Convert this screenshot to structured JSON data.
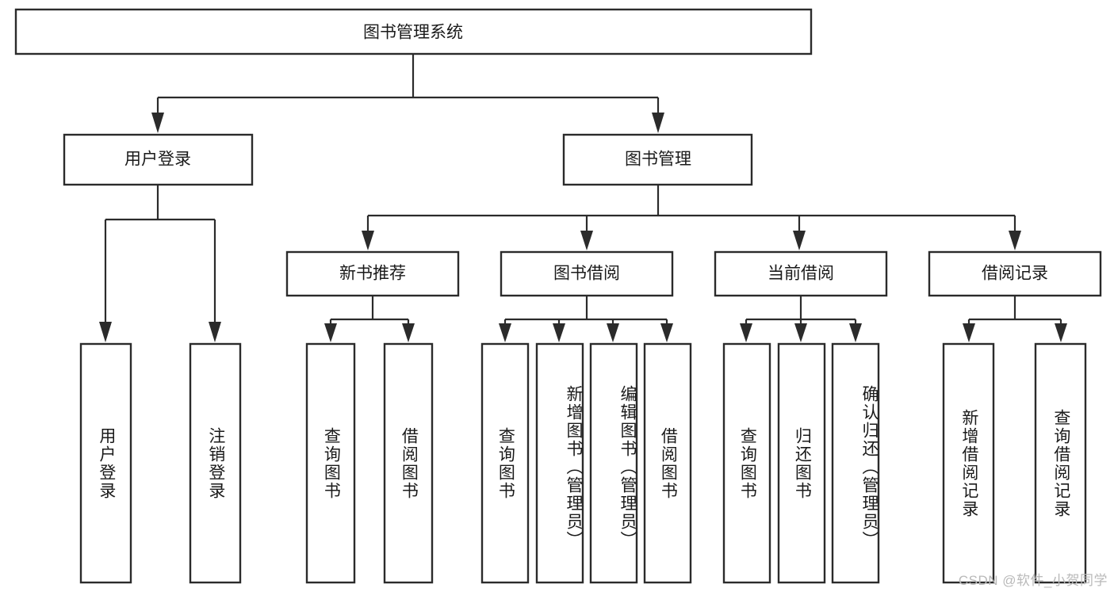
{
  "diagram": {
    "type": "tree-hierarchy-diagram",
    "title": "图书管理系统",
    "watermark": "CSDN @软件_小贺同学",
    "colors": {
      "stroke": "#2b2b2b",
      "fill": "#ffffff",
      "text": "#1a1a1a",
      "watermark": "#b9b9b9",
      "background": "#ffffff"
    },
    "levels": [
      {
        "level": 1,
        "nodes": [
          {
            "id": "root",
            "label": "图书管理系统",
            "orientation": "horizontal"
          }
        ]
      },
      {
        "level": 2,
        "nodes": [
          {
            "id": "login",
            "label": "用户登录",
            "orientation": "horizontal",
            "parent": "root"
          },
          {
            "id": "bookmgmt",
            "label": "图书管理",
            "orientation": "horizontal",
            "parent": "root"
          }
        ]
      },
      {
        "level": 3,
        "nodes": [
          {
            "id": "newbook",
            "label": "新书推荐",
            "orientation": "horizontal",
            "parent": "bookmgmt"
          },
          {
            "id": "borrow",
            "label": "图书借阅",
            "orientation": "horizontal",
            "parent": "bookmgmt"
          },
          {
            "id": "current",
            "label": "当前借阅",
            "orientation": "horizontal",
            "parent": "bookmgmt"
          },
          {
            "id": "record",
            "label": "借阅记录",
            "orientation": "horizontal",
            "parent": "bookmgmt"
          }
        ]
      },
      {
        "level": 4,
        "nodes": [
          {
            "id": "leaf1",
            "label": "用户登录",
            "orientation": "vertical",
            "parent": "login"
          },
          {
            "id": "leaf2",
            "label": "注销登录",
            "orientation": "vertical",
            "parent": "login"
          },
          {
            "id": "leaf3",
            "label": "查询图书",
            "orientation": "vertical",
            "parent": "newbook"
          },
          {
            "id": "leaf4",
            "label": "借阅图书",
            "orientation": "vertical",
            "parent": "newbook"
          },
          {
            "id": "leaf5",
            "label": "查询图书",
            "orientation": "vertical",
            "parent": "borrow"
          },
          {
            "id": "leaf6",
            "label": "新增图书（管理员）",
            "orientation": "vertical",
            "parent": "borrow"
          },
          {
            "id": "leaf7",
            "label": "编辑图书（管理员）",
            "orientation": "vertical",
            "parent": "borrow"
          },
          {
            "id": "leaf8",
            "label": "借阅图书",
            "orientation": "vertical",
            "parent": "borrow"
          },
          {
            "id": "leaf9",
            "label": "查询图书",
            "orientation": "vertical",
            "parent": "current"
          },
          {
            "id": "leaf10",
            "label": "归还图书",
            "orientation": "vertical",
            "parent": "current"
          },
          {
            "id": "leaf11",
            "label": "确认归还（管理员）",
            "orientation": "vertical",
            "parent": "current"
          },
          {
            "id": "leaf12",
            "label": "新增借阅记录",
            "orientation": "vertical",
            "parent": "record"
          },
          {
            "id": "leaf13",
            "label": "查询借阅记录",
            "orientation": "vertical",
            "parent": "record"
          }
        ]
      }
    ]
  }
}
